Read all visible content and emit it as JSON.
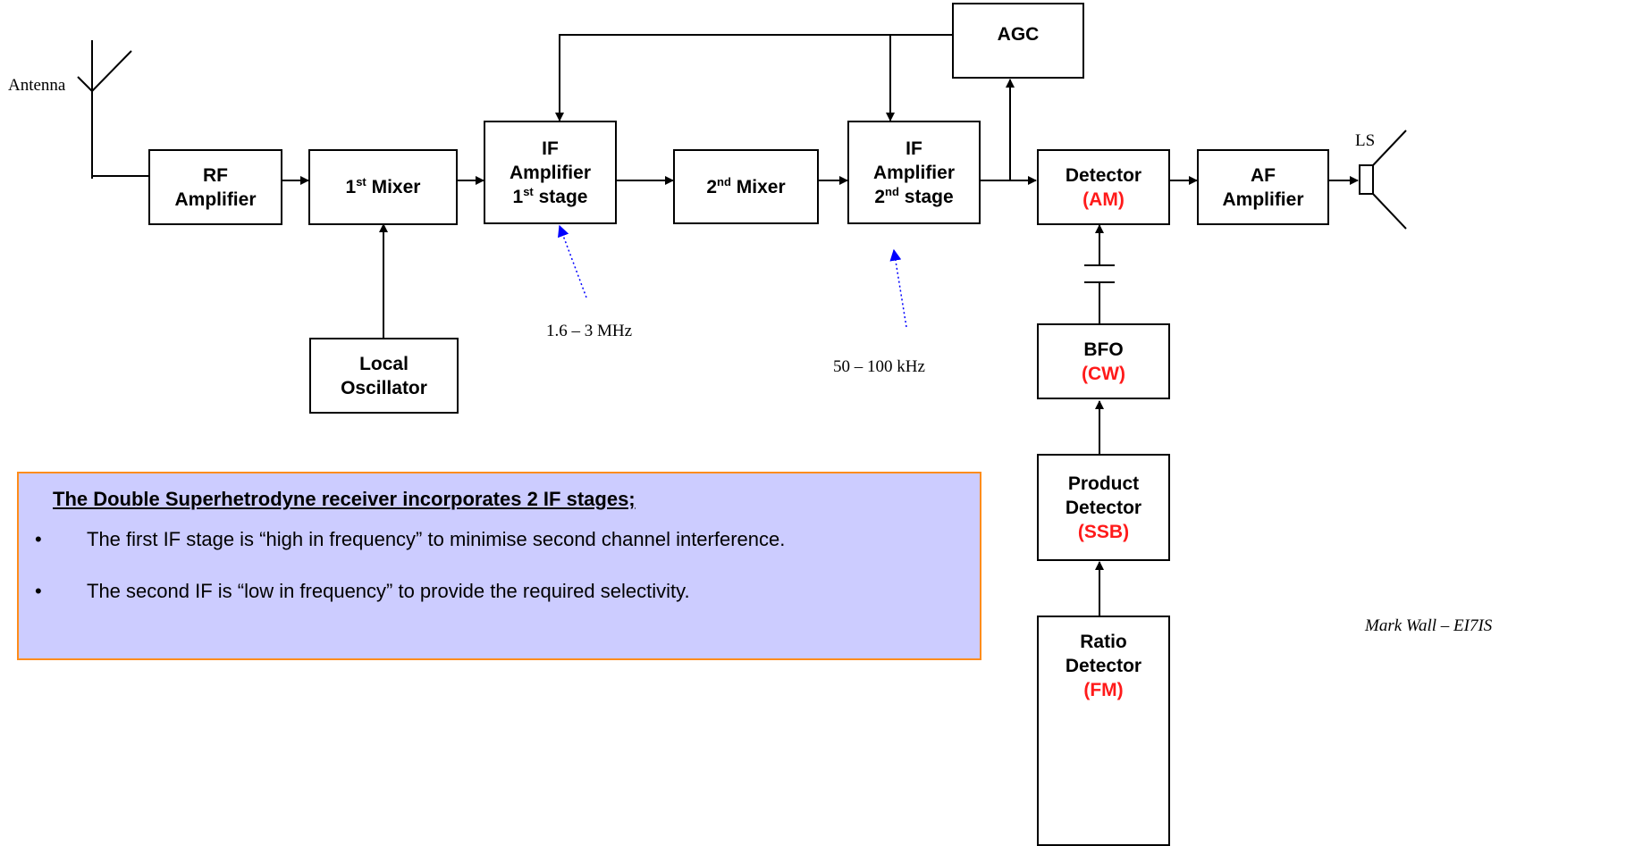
{
  "antenna_label": "Antenna",
  "speaker_label": "LS",
  "blocks": {
    "rf_amp": {
      "line1": "RF",
      "line2": "Amplifier"
    },
    "mixer1": {
      "num": "1",
      "sup": "st",
      "rest": " Mixer"
    },
    "if1": {
      "line1": "IF",
      "line2": "Amplifier",
      "num": "1",
      "sup": "st",
      "rest": " stage"
    },
    "mixer2": {
      "num": "2",
      "sup": "nd",
      "rest": " Mixer"
    },
    "if2": {
      "line1": "IF",
      "line2": "Amplifier",
      "num": "2",
      "sup": "nd",
      "rest": " stage"
    },
    "agc": {
      "label": "AGC"
    },
    "detector": {
      "label": "Detector",
      "mode": "(AM)"
    },
    "af_amp": {
      "line1": "AF",
      "line2": "Amplifier"
    },
    "local_osc": {
      "line1": "Local",
      "line2": "Oscillator"
    },
    "bfo": {
      "label": "BFO",
      "mode": "(CW)"
    },
    "product_det": {
      "line1": "Product",
      "line2": "Detector",
      "mode": "(SSB)"
    },
    "ratio_det": {
      "line1": "Ratio",
      "line2": "Detector",
      "mode": "(FM)"
    }
  },
  "freq_labels": {
    "if1": "1.6 – 3 MHz",
    "if2": "50 – 100 kHz"
  },
  "note": {
    "title": "The Double Superhetrodyne receiver incorporates 2 IF stages;",
    "bullet_char": "•",
    "bullets": [
      "The first IF stage is “high in frequency” to minimise second channel interference.",
      "The second IF is “low in frequency” to provide the required selectivity."
    ]
  },
  "author": "Mark Wall – EI7IS",
  "colors": {
    "mode_text": "#ff1a1a",
    "note_fill": "#ccccff",
    "note_border": "#ff8c1a",
    "freq_pointer": "#0000ff"
  }
}
